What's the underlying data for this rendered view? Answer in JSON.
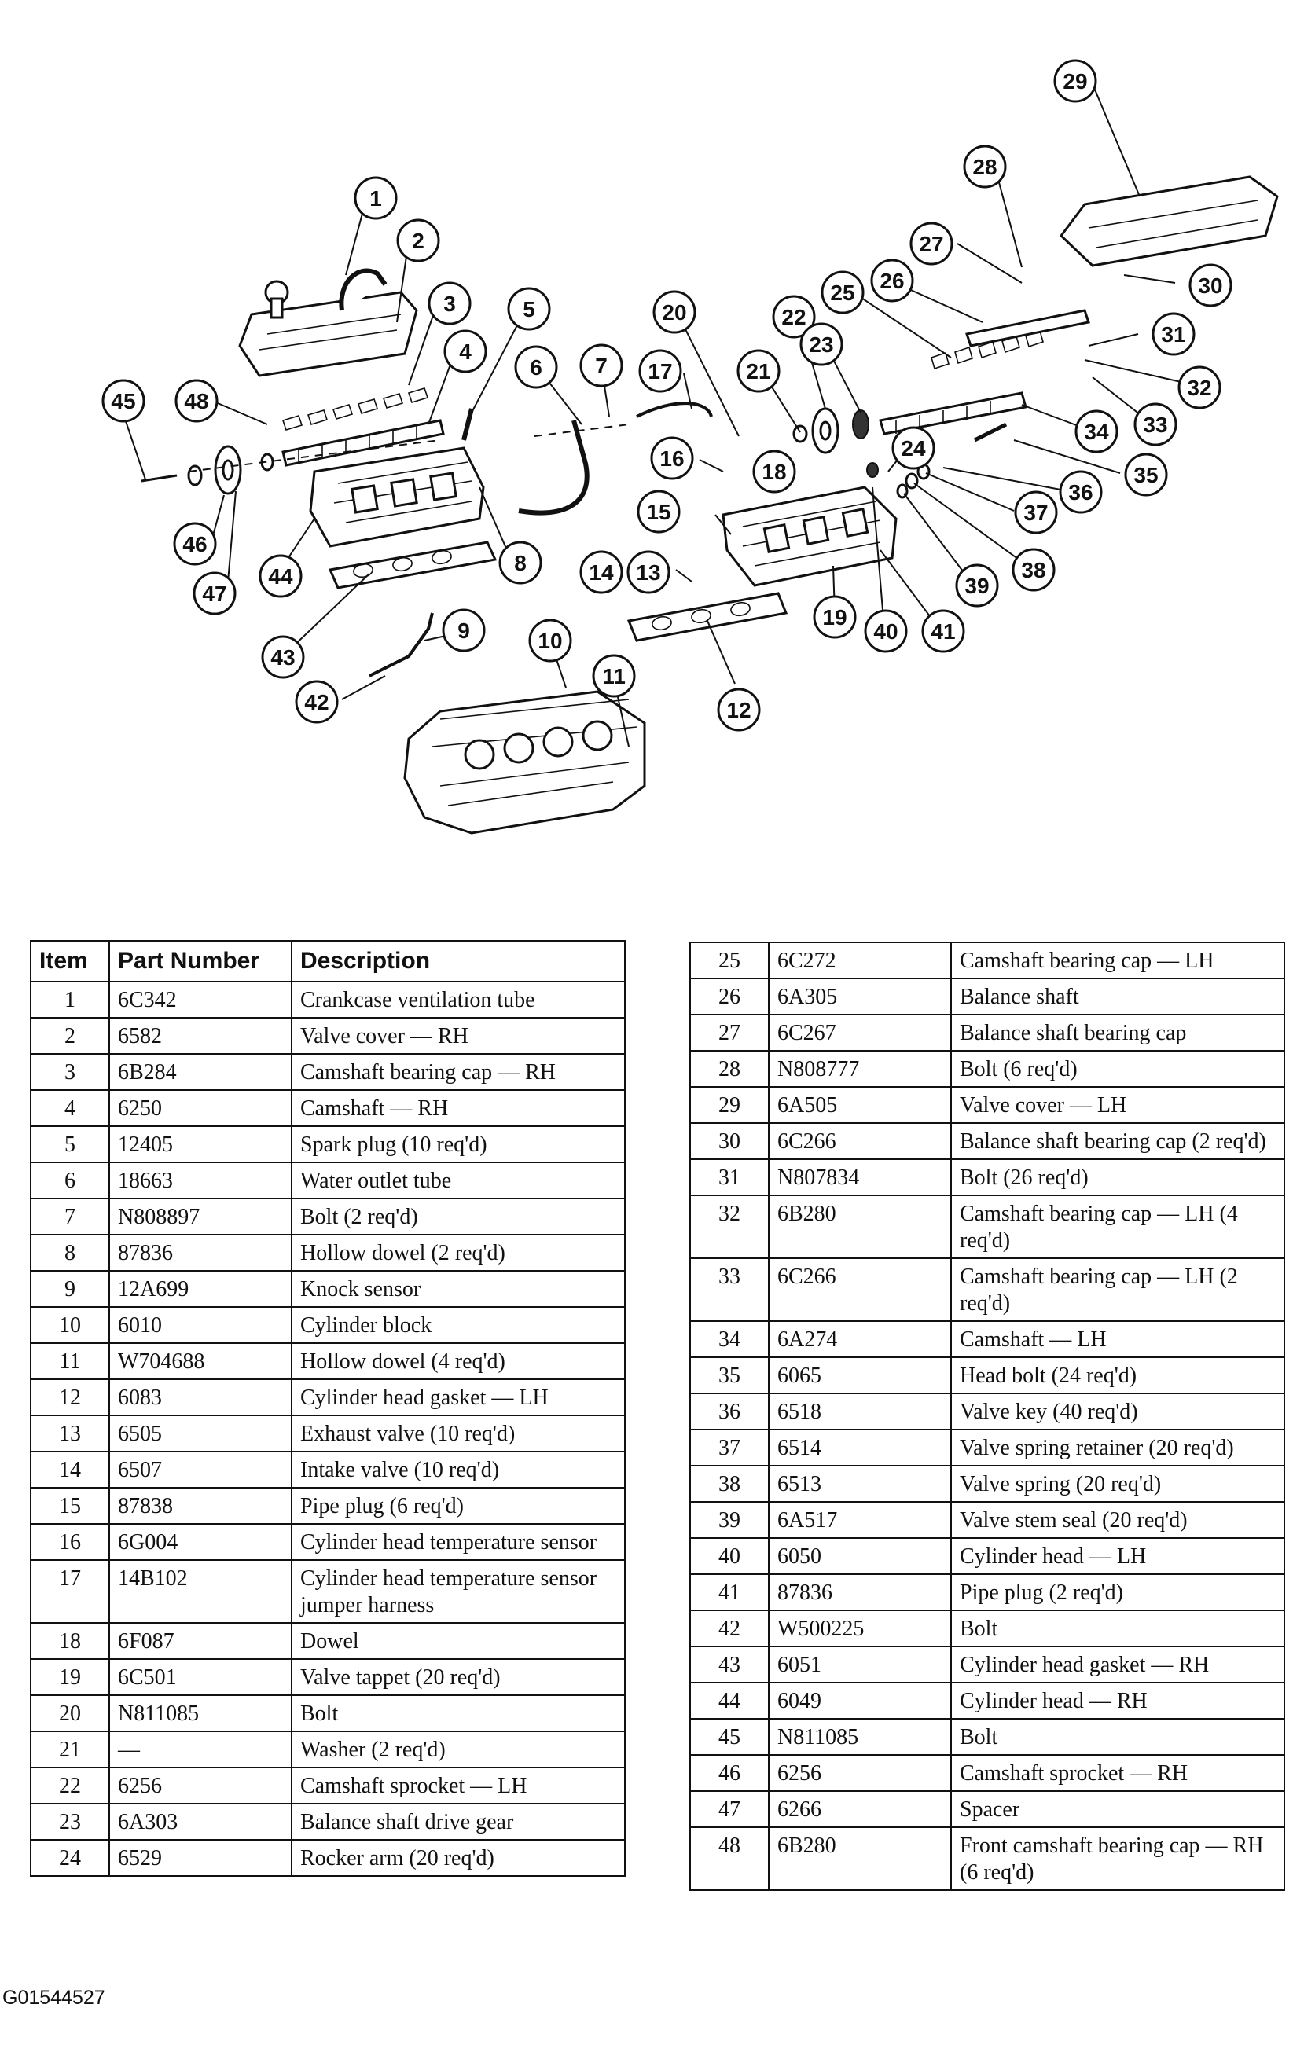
{
  "figure_id": "G01544527",
  "table_headers": {
    "item": "Item",
    "part_number": "Part Number",
    "description": "Description"
  },
  "parts_left": [
    {
      "item": "1",
      "part_number": "6C342",
      "description": "Crankcase ventilation tube"
    },
    {
      "item": "2",
      "part_number": "6582",
      "description": "Valve cover — RH"
    },
    {
      "item": "3",
      "part_number": "6B284",
      "description": "Camshaft bearing cap — RH"
    },
    {
      "item": "4",
      "part_number": "6250",
      "description": "Camshaft — RH"
    },
    {
      "item": "5",
      "part_number": "12405",
      "description": "Spark plug (10 req'd)"
    },
    {
      "item": "6",
      "part_number": "18663",
      "description": "Water outlet tube"
    },
    {
      "item": "7",
      "part_number": "N808897",
      "description": "Bolt (2 req'd)"
    },
    {
      "item": "8",
      "part_number": "87836",
      "description": "Hollow dowel (2 req'd)"
    },
    {
      "item": "9",
      "part_number": "12A699",
      "description": "Knock sensor"
    },
    {
      "item": "10",
      "part_number": "6010",
      "description": "Cylinder block"
    },
    {
      "item": "11",
      "part_number": "W704688",
      "description": "Hollow dowel (4 req'd)"
    },
    {
      "item": "12",
      "part_number": "6083",
      "description": "Cylinder head gasket — LH"
    },
    {
      "item": "13",
      "part_number": "6505",
      "description": "Exhaust valve (10 req'd)"
    },
    {
      "item": "14",
      "part_number": "6507",
      "description": "Intake valve (10 req'd)"
    },
    {
      "item": "15",
      "part_number": "87838",
      "description": "Pipe plug (6 req'd)"
    },
    {
      "item": "16",
      "part_number": "6G004",
      "description": "Cylinder head temperature sensor"
    },
    {
      "item": "17",
      "part_number": "14B102",
      "description": "Cylinder head temperature sensor jumper harness"
    },
    {
      "item": "18",
      "part_number": "6F087",
      "description": "Dowel"
    },
    {
      "item": "19",
      "part_number": "6C501",
      "description": "Valve tappet (20 req'd)"
    },
    {
      "item": "20",
      "part_number": "N811085",
      "description": "Bolt"
    },
    {
      "item": "21",
      "part_number": "—",
      "description": "Washer (2 req'd)"
    },
    {
      "item": "22",
      "part_number": "6256",
      "description": "Camshaft sprocket — LH"
    },
    {
      "item": "23",
      "part_number": "6A303",
      "description": "Balance shaft drive gear"
    },
    {
      "item": "24",
      "part_number": "6529",
      "description": "Rocker arm (20 req'd)"
    }
  ],
  "parts_right": [
    {
      "item": "25",
      "part_number": "6C272",
      "description": "Camshaft bearing cap — LH"
    },
    {
      "item": "26",
      "part_number": "6A305",
      "description": "Balance shaft"
    },
    {
      "item": "27",
      "part_number": "6C267",
      "description": "Balance shaft bearing cap"
    },
    {
      "item": "28",
      "part_number": "N808777",
      "description": "Bolt (6 req'd)"
    },
    {
      "item": "29",
      "part_number": "6A505",
      "description": "Valve cover — LH"
    },
    {
      "item": "30",
      "part_number": "6C266",
      "description": "Balance shaft bearing cap (2 req'd)"
    },
    {
      "item": "31",
      "part_number": "N807834",
      "description": "Bolt (26 req'd)"
    },
    {
      "item": "32",
      "part_number": "6B280",
      "description": "Camshaft bearing cap — LH (4 req'd)"
    },
    {
      "item": "33",
      "part_number": "6C266",
      "description": "Camshaft bearing cap — LH (2 req'd)"
    },
    {
      "item": "34",
      "part_number": "6A274",
      "description": "Camshaft — LH"
    },
    {
      "item": "35",
      "part_number": "6065",
      "description": "Head bolt (24 req'd)"
    },
    {
      "item": "36",
      "part_number": "6518",
      "description": "Valve key (40 req'd)"
    },
    {
      "item": "37",
      "part_number": "6514",
      "description": "Valve spring retainer (20 req'd)"
    },
    {
      "item": "38",
      "part_number": "6513",
      "description": "Valve spring (20 req'd)"
    },
    {
      "item": "39",
      "part_number": "6A517",
      "description": "Valve stem seal (20 req'd)"
    },
    {
      "item": "40",
      "part_number": "6050",
      "description": "Cylinder head — LH"
    },
    {
      "item": "41",
      "part_number": "87836",
      "description": "Pipe plug (2 req'd)"
    },
    {
      "item": "42",
      "part_number": "W500225",
      "description": "Bolt"
    },
    {
      "item": "43",
      "part_number": "6051",
      "description": "Cylinder head gasket — RH"
    },
    {
      "item": "44",
      "part_number": "6049",
      "description": "Cylinder head — RH"
    },
    {
      "item": "45",
      "part_number": "N811085",
      "description": "Bolt"
    },
    {
      "item": "46",
      "part_number": "6256",
      "description": "Camshaft sprocket — RH"
    },
    {
      "item": "47",
      "part_number": "6266",
      "description": "Spacer"
    },
    {
      "item": "48",
      "part_number": "6B280",
      "description": "Front camshaft bearing cap — RH (6 req'd)"
    }
  ],
  "callouts": [
    "1",
    "2",
    "3",
    "4",
    "5",
    "6",
    "7",
    "8",
    "9",
    "10",
    "11",
    "12",
    "13",
    "14",
    "15",
    "16",
    "17",
    "18",
    "19",
    "20",
    "21",
    "22",
    "23",
    "24",
    "25",
    "26",
    "27",
    "28",
    "29",
    "30",
    "31",
    "32",
    "33",
    "34",
    "35",
    "36",
    "37",
    "38",
    "39",
    "40",
    "41",
    "42",
    "43",
    "44",
    "45",
    "46",
    "47",
    "48"
  ]
}
